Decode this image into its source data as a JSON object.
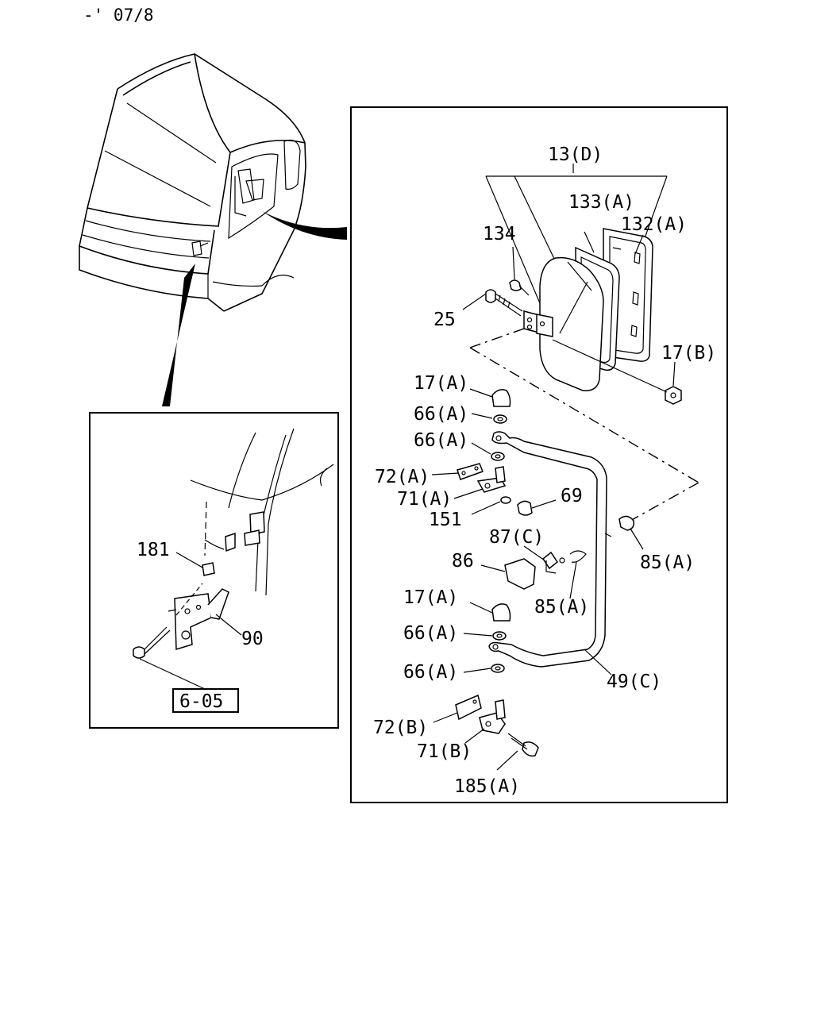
{
  "header": {
    "ref": "-' 07/8"
  },
  "callouts": {
    "c13D": "13(D)",
    "c133A": "133(A)",
    "c132A": "132(A)",
    "c134": "134",
    "c25": "25",
    "c17B": "17(B)",
    "c17A_1": "17(A)",
    "c66A_1": "66(A)",
    "c66A_2": "66(A)",
    "c72A": "72(A)",
    "c71A": "71(A)",
    "c69": "69",
    "c151": "151",
    "c87C": "87(C)",
    "c86": "86",
    "c85A_1": "85(A)",
    "c85A_2": "85(A)",
    "c17A_2": "17(A)",
    "c66A_3": "66(A)",
    "c66A_4": "66(A)",
    "c49C": "49(C)",
    "c72B": "72(B)",
    "c71B": "71(B)",
    "c185A": "185(A)",
    "c181": "181",
    "c90": "90",
    "ref605": "6-05"
  }
}
